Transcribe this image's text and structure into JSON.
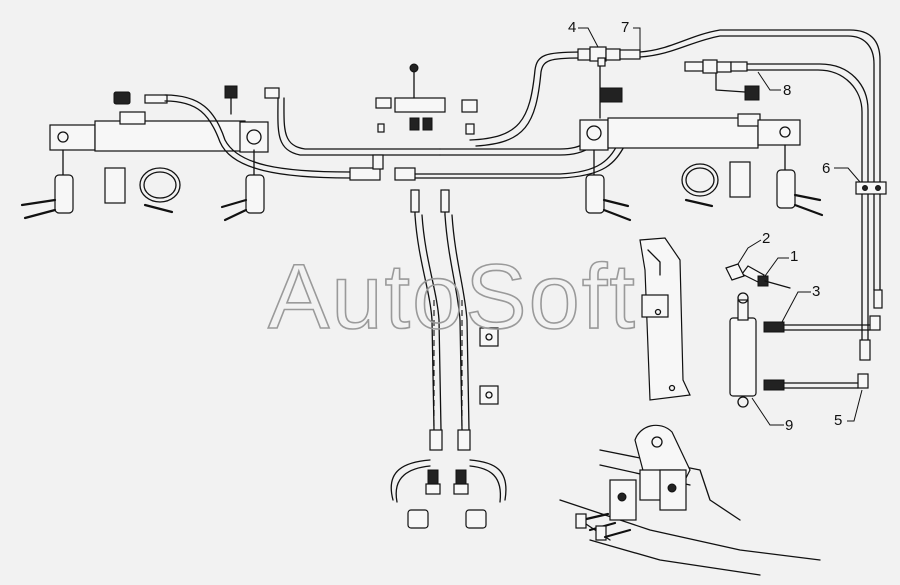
{
  "watermark": "AutoSoft",
  "callouts": [
    {
      "id": "c1",
      "label": "1"
    },
    {
      "id": "c2",
      "label": "2"
    },
    {
      "id": "c3",
      "label": "3"
    },
    {
      "id": "c4",
      "label": "4"
    },
    {
      "id": "c5",
      "label": "5"
    },
    {
      "id": "c6",
      "label": "6"
    },
    {
      "id": "c7",
      "label": "7"
    },
    {
      "id": "c8",
      "label": "8"
    },
    {
      "id": "c9",
      "label": "9"
    }
  ]
}
